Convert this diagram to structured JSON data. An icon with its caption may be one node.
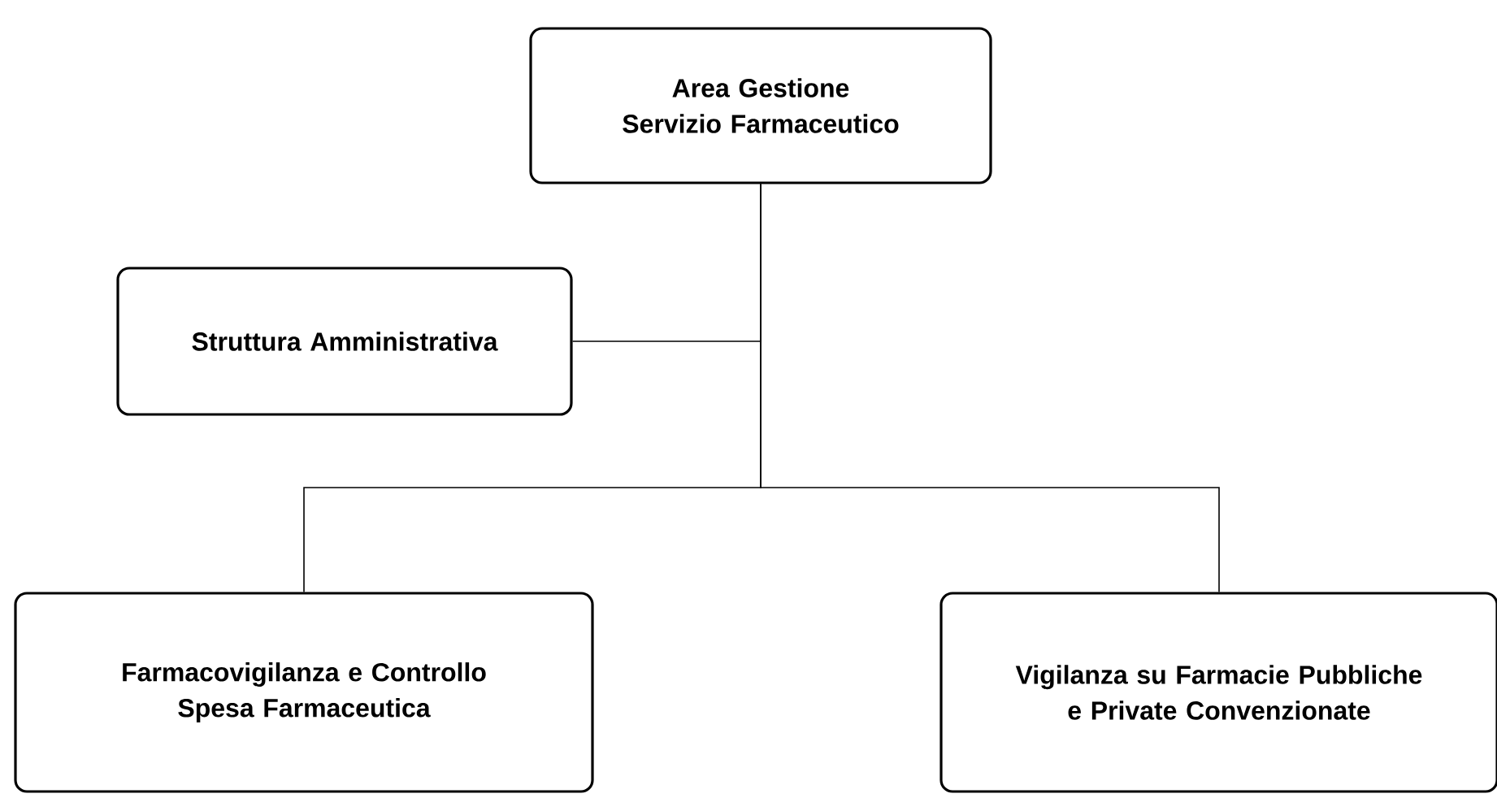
{
  "diagram": {
    "nodes": [
      {
        "text": [
          "Area Gestione Servizio Farmaceutico"
        ]
      },
      {
        "text": [
          "Struttura Amministrativa"
        ]
      },
      {
        "text": [
          "Farmacovigilanza e Controllo Spesa Farmaceutica"
        ]
      },
      {
        "text": [
          "Vigilanza su Farmacie Pubbliche e Private Convenzionate"
        ]
      }
    ],
    "edges": [
      {
        "from": 0,
        "to": 1,
        "arrow": "none"
      },
      {
        "from": 0,
        "to": 2,
        "arrow": "none"
      },
      {
        "from": 0,
        "to": 3,
        "arrow": "none"
      }
    ]
  }
}
